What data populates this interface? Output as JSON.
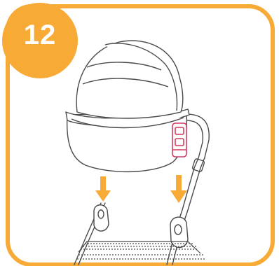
{
  "step": {
    "number": "12"
  },
  "colors": {
    "accent": "#F7AA35",
    "line": "#4a4a4a",
    "clip": "#D43A5A",
    "arrow": "#F7AA35",
    "background": "#ffffff"
  },
  "icons": [
    "down-arrow-icon",
    "down-arrow-icon"
  ],
  "illustration": {
    "parts": [
      "carrycot",
      "stroller-frame",
      "frame-adapter",
      "basket",
      "carrycot-clip"
    ]
  }
}
